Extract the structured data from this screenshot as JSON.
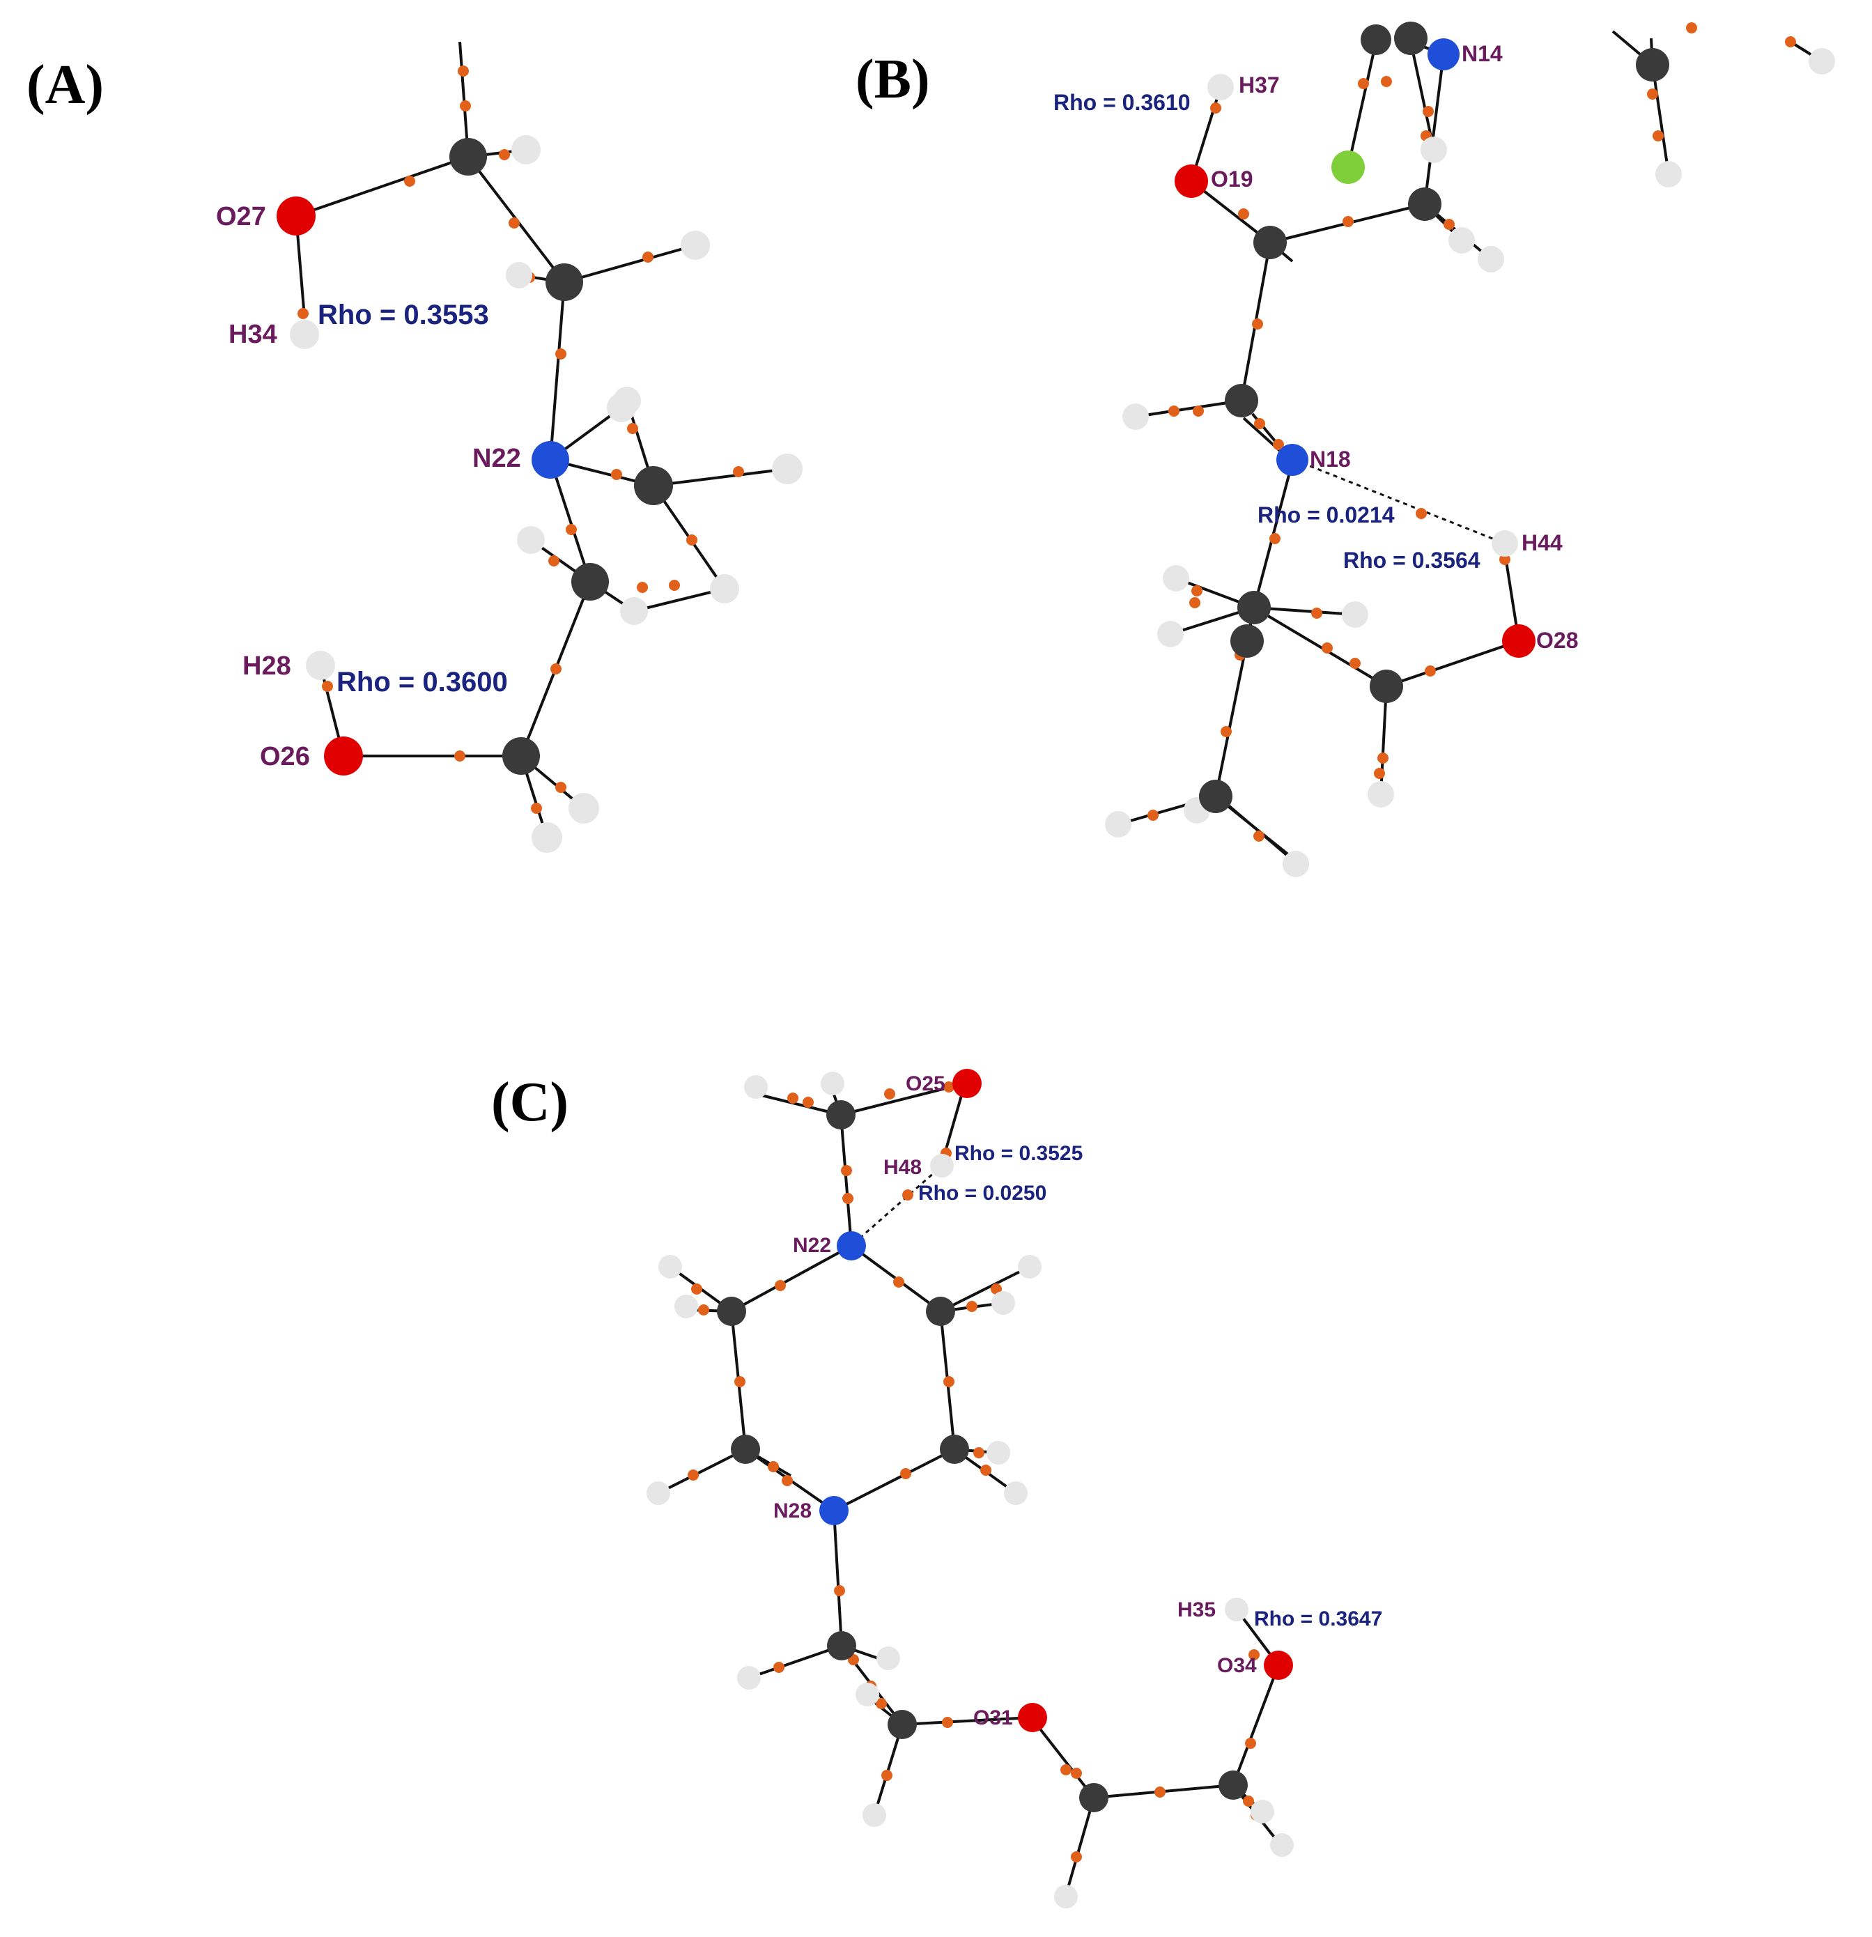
{
  "colors": {
    "carbon": "#3a3a3a",
    "hydrogen": "#e6e6e6",
    "oxygen": "#e00000",
    "nitrogen": "#1f4fd8",
    "chlorine": "#7fcf3a",
    "critical_point": "#e2611a",
    "atom_label": "#6a1b5e",
    "rho_label": "#1a237e",
    "bond": "#111111"
  },
  "panels": [
    {
      "id": "A",
      "label": "(A)",
      "atom_labels": [
        "O27",
        "H34",
        "N22",
        "H28",
        "O26"
      ],
      "rho_labels": [
        "Rho = 0.3553",
        "Rho = 0.3600"
      ]
    },
    {
      "id": "B",
      "label": "(B)",
      "atom_labels": [
        "N14",
        "H37",
        "O19",
        "N18",
        "H44",
        "O28"
      ],
      "rho_labels": [
        "Rho = 0.3610",
        "Rho = 0.0214",
        "Rho = 0.3564"
      ]
    },
    {
      "id": "C",
      "label": "(C)",
      "atom_labels": [
        "O25",
        "H48",
        "N22",
        "N28",
        "H35",
        "O34",
        "O31"
      ],
      "rho_labels": [
        "Rho = 0.3525",
        "Rho = 0.0250",
        "Rho = 0.3647"
      ]
    }
  ]
}
